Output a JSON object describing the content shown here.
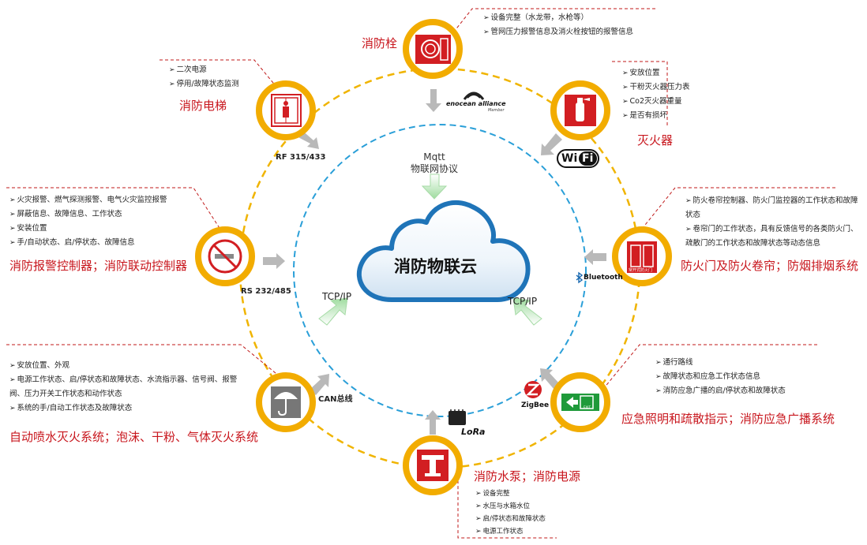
{
  "center": {
    "label": "消防物联云"
  },
  "mqtt": {
    "line1": "Mqtt",
    "line2": "物联网协议"
  },
  "tcp_left": "TCP/IP",
  "tcp_right": "TCP/IP",
  "protocols": {
    "rf": "RF 315/433",
    "rs": "RS 232/485",
    "can": "CAN总线",
    "enocean": "enocean alliance",
    "enocean_sub": "Member",
    "wifi_a": "Wi",
    "wifi_b": "Fi",
    "bluetooth": "Bluetooth",
    "zigbee": "ZigBee",
    "lora": "LoRa"
  },
  "nodes": {
    "hydrant": {
      "title": "消防栓",
      "items": [
        "设备完整（水龙带，水枪等）",
        "管网压力报警信息及消火栓按钮的报警信息"
      ]
    },
    "extinguisher": {
      "title": "灭火器",
      "items": [
        "安放位置",
        "干粉灭火器压力表",
        "Co2灭火器重量",
        "是否有损坏"
      ]
    },
    "door": {
      "title": "防火门及防火卷帘；防烟排烟系统",
      "items": [
        "防火卷帘控制器、防火门监控器的工作状态和故障状态",
        "卷帘门的工作状态，具有反馈信号的各类防火门、疏散门的工作状态和故障状态等动态信息"
      ],
      "sign": "常开式防火门"
    },
    "lighting": {
      "title": "应急照明和疏散指示；消防应急广播系统",
      "items": [
        "通行路线",
        "故障状态和应急工作状态信息",
        "消防应急广播的启/停状态和故障状态"
      ],
      "sign": "EXIT"
    },
    "pump": {
      "title": "消防水泵；消防电源",
      "items": [
        "设备完整",
        "水压与水箱水位",
        "启/停状态和故障状态",
        "电源工作状态"
      ]
    },
    "sprinkler": {
      "title": "自动喷水灭火系统；泡沫、干粉、气体灭火系统",
      "items": [
        "安放位置、外观",
        "电源工作状态、启/停状态和故障状态、水流指示器、信号阀、报警阀、压力开关工作状态和动作状态",
        "系统的手/自动工作状态及故障状态"
      ]
    },
    "alarm": {
      "title": "消防报警控制器；消防联动控制器",
      "items": [
        "火灾报警、燃气探测报警、电气火灾监控报警",
        "屏蔽信息、故障信息、工作状态",
        "安装位置",
        "手/自动状态、启/停状态、故障信息"
      ]
    },
    "elevator": {
      "title": "消防电梯",
      "items": [
        "二次电源",
        "停用/故障状态监测"
      ]
    }
  },
  "colors": {
    "red": "#c8161d",
    "gold": "#f2ac00",
    "orbit": "#f0b400",
    "inner": "#2a9fd8",
    "arrow": "#b9b9b9",
    "cloud": "#1f74b8"
  }
}
